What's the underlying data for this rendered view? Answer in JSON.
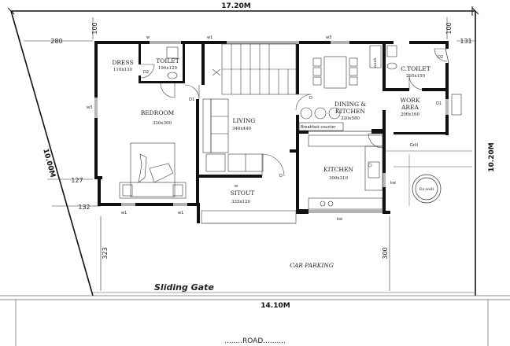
{
  "dimensions": {
    "top_width": "17.20M",
    "bottom_width": "14.10M",
    "left_depth": "10.00M",
    "right_depth": "10.20M",
    "d280": "280",
    "d100_left": "100",
    "d100_right": "100",
    "d131": "131",
    "d127": "127",
    "d132": "132",
    "d323": "323",
    "d300": "300"
  },
  "rooms": {
    "dress": {
      "name": "DRESS",
      "size": "110x130"
    },
    "toilet": {
      "name": "TOILET",
      "size": "190x129"
    },
    "bedroom": {
      "name": "BEDROOM",
      "size": "320x300"
    },
    "living": {
      "name": "LIVING",
      "size": "340x440"
    },
    "sitout": {
      "name": "SITOUT",
      "size": "335x120"
    },
    "dining_line1": "DINING &",
    "dining_line2": "KITCHEN",
    "dining_size": "320x580",
    "kitchen": {
      "name": "KITCHEN",
      "size": "300x310"
    },
    "ctoilet": {
      "name": "C.TOILET",
      "size": "205x150"
    },
    "work_line1": "WORK",
    "work_line2": "AREA",
    "work_size": "200x160"
  },
  "labels": {
    "breakfast_counter": "Breakfast counter",
    "wash": "wash",
    "grill": "Grill",
    "ex_well": "Ex.well",
    "car_parking": "CAR PARKING",
    "sliding_gate": "Sliding Gate",
    "road": "........ROAD..........",
    "kw_1": "kw",
    "kw_2": "kw",
    "d2_left": "D2",
    "d2_right": "D2",
    "d1_bed": "D1",
    "d1_work": "D1",
    "d_main": "D",
    "d_kitchen": "D",
    "w1_top": "w1",
    "w1_bed1": "w1",
    "w1_bed2": "w1",
    "w3_top": "w3",
    "w3_left": "w3",
    "w_top": "w",
    "w_sitout": "w"
  }
}
